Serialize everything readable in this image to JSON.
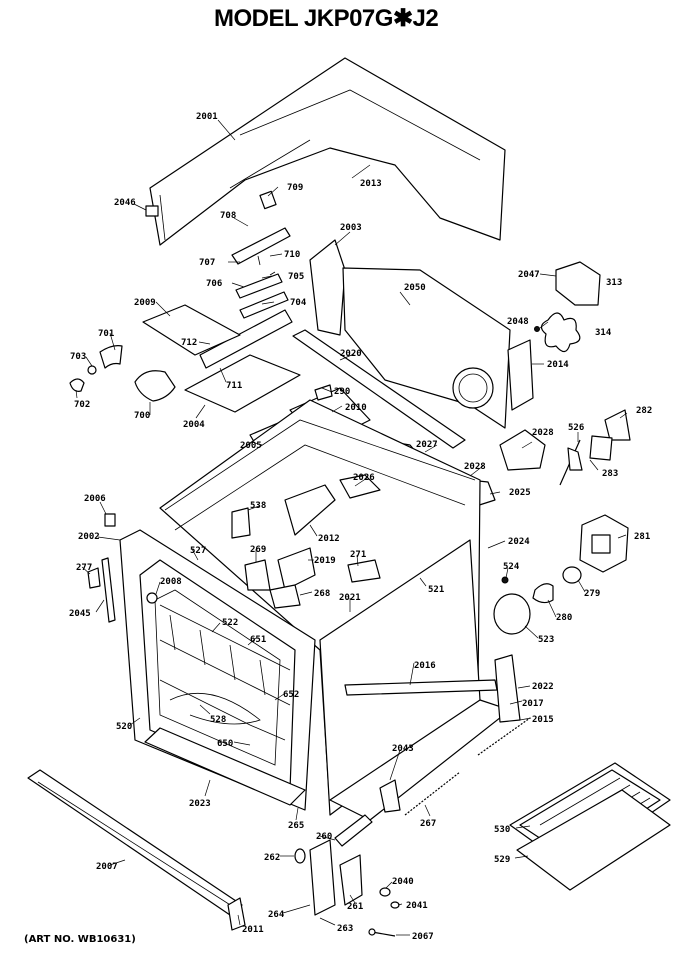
{
  "title": "MODEL JKP07G✱J2",
  "art_no": "(ART NO. WB10631)",
  "parts": {
    "p2001": "2001",
    "p2013": "2013",
    "p2046": "2046",
    "p709": "709",
    "p708": "708",
    "p710": "710",
    "p707": "707",
    "p705": "705",
    "p706": "706",
    "p704": "704",
    "p2009": "2009",
    "p701": "701",
    "p712": "712",
    "p703": "703",
    "p711": "711",
    "p702": "702",
    "p700": "700",
    "p2004": "2004",
    "p2003": "2003",
    "p2050": "2050",
    "p2047": "2047",
    "p313": "313",
    "p2048": "2048",
    "p314": "314",
    "p2014": "2014",
    "p2020": "2020",
    "p290": "290",
    "p2010": "2010",
    "p2005": "2005",
    "p2027": "2027",
    "p2028a": "2028",
    "p2028b": "2028",
    "p526": "526",
    "p282": "282",
    "p283": "283",
    "p2026": "2026",
    "p2025": "2025",
    "p2006": "2006",
    "p538": "538",
    "p2012": "2012",
    "p2002": "2002",
    "p527": "527",
    "p269": "269",
    "p2019": "2019",
    "p271": "271",
    "p2024": "2024",
    "p281": "281",
    "p277": "277",
    "p2008": "2008",
    "p268": "268",
    "p2021": "2021",
    "p521": "521",
    "p524": "524",
    "p279": "279",
    "p2045": "2045",
    "p522": "522",
    "p651": "651",
    "p280": "280",
    "p523": "523",
    "p2016": "2016",
    "p2022": "2022",
    "p652": "652",
    "p2017": "2017",
    "p520": "520",
    "p528": "528",
    "p2015": "2015",
    "p650": "650",
    "p2043": "2043",
    "p2023": "2023",
    "p267": "267",
    "p265": "265",
    "p530": "530",
    "p260": "260",
    "p262": "262",
    "p529": "529",
    "p2007": "2007",
    "p2040": "2040",
    "p2041": "2041",
    "p261": "261",
    "p264": "264",
    "p263": "263",
    "p2011": "2011",
    "p2067": "2067"
  }
}
